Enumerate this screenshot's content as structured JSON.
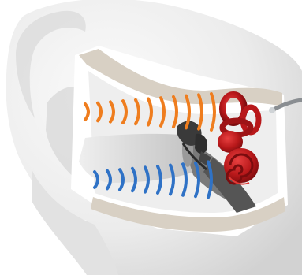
{
  "diagram": {
    "subject": "bone-conduction-vs-air-conduction-ear-cross-section",
    "colors": {
      "background": "#ffffff",
      "ear_skin": "#ededed",
      "ear_shadow": "#cfcfcf",
      "ear_highlight": "#fafafa",
      "bone": "#d8d0c4",
      "cut_face": "#ffffff",
      "canal_interior": "#dcdcdc",
      "canal_dark": "#6f6f6f",
      "cochlea": "#b8181a",
      "cochlea_shade": "#7e0e10",
      "cochlea_light": "#e23a36",
      "ossicles": "#3a3a3a",
      "eardrum": "#9a9a9a",
      "headset_cable": "#8a8e92",
      "bone_wave": "#ef7d1e",
      "air_wave": "#2f72c6"
    },
    "icons": {
      "bone_conduction_waves": "orange-wave-arcs",
      "air_conduction_waves": "blue-wave-arcs"
    }
  }
}
